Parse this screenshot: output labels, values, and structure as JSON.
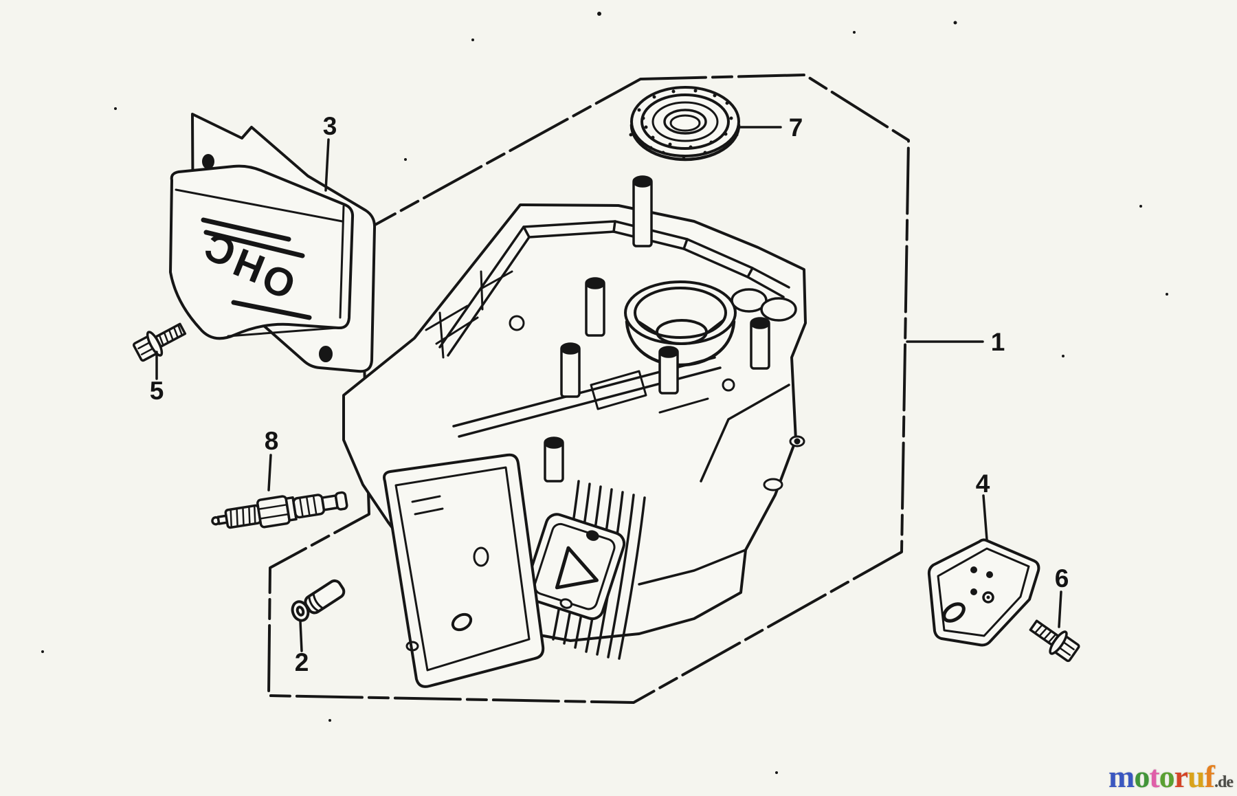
{
  "page": {
    "background": "#f5f5ef",
    "ink": "#161616"
  },
  "diagram": {
    "type": "exploded-parts-diagram",
    "callouts": [
      {
        "label": "1"
      },
      {
        "label": "2"
      },
      {
        "label": "3"
      },
      {
        "label": "4"
      },
      {
        "label": "5"
      },
      {
        "label": "6"
      },
      {
        "label": "7"
      },
      {
        "label": "8"
      }
    ],
    "cover_text": "OHC",
    "cover_glyphs": [
      "C",
      "H",
      "O"
    ]
  },
  "watermark": {
    "letters": [
      {
        "char": "m",
        "color": "#3a57c0"
      },
      {
        "char": "o",
        "color": "#42953a"
      },
      {
        "char": "t",
        "color": "#df5fa8"
      },
      {
        "char": "o",
        "color": "#5aa032"
      },
      {
        "char": "r",
        "color": "#d44427"
      },
      {
        "char": "u",
        "color": "#d9a31b"
      },
      {
        "char": "f",
        "color": "#e5811f"
      }
    ],
    "suffix": ".de",
    "suffix_color": "#4b4b46"
  }
}
